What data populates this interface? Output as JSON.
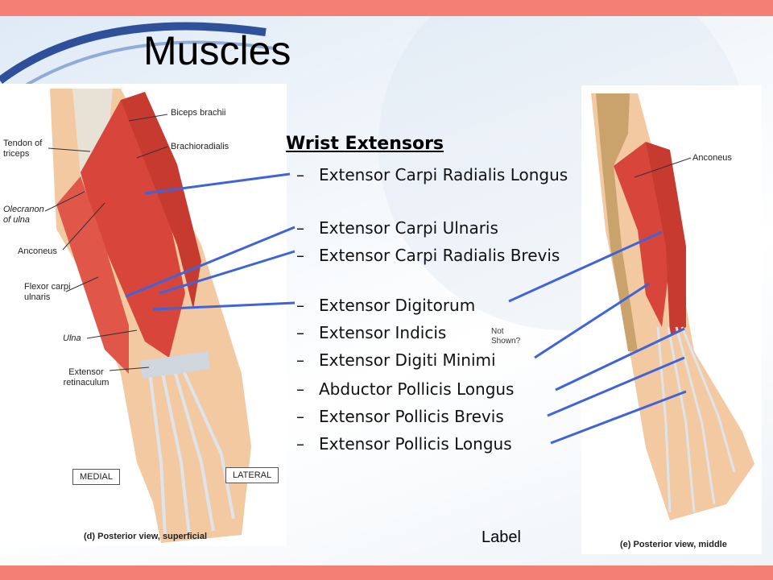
{
  "slide": {
    "title": "Muscles",
    "heading": "Wrist Extensors",
    "muscles": [
      {
        "dash": "–",
        "text": "Extensor Carpi Radialis Longus"
      },
      {
        "dash": "–",
        "text": "Extensor Carpi Ulnaris"
      },
      {
        "dash": "–",
        "text": "Extensor Carpi Radialis Brevis"
      },
      {
        "dash": "–",
        "text": "Extensor Digitorum"
      },
      {
        "dash": "–",
        "text": "Extensor Indicis"
      },
      {
        "dash": "–",
        "text": "Extensor Digiti Minimi"
      },
      {
        "dash": "–",
        "text": "Abductor Pollicis Longus"
      },
      {
        "dash": "–",
        "text": "Extensor Pollicis Brevis"
      },
      {
        "dash": "–",
        "text": "Extensor Pollicis Longus"
      }
    ],
    "note": "Not Shown?",
    "bottom_label": "Label"
  },
  "left_figure": {
    "labels": {
      "biceps": "Biceps brachii",
      "brachioradialis": "Brachioradialis",
      "tendon_triceps": "Tendon of triceps",
      "olecranon": "Olecranon of ulna",
      "anconeus": "Anconeus",
      "flexor_carpi_ulnaris": "Flexor carpi ulnaris",
      "ulna": "Ulna",
      "extensor_retinaculum": "Extensor retinaculum"
    },
    "medial": "MEDIAL",
    "lateral": "LATERAL",
    "caption": "(d) Posterior view, superficial"
  },
  "right_figure": {
    "labels": {
      "anconeus": "Anconeus"
    },
    "caption": "(e) Posterior view, middle"
  },
  "colors": {
    "accent_bar": "#f47f75",
    "leader_line": "#3f63d9",
    "muscle": "#d8453a",
    "tendon": "#e8e2d6",
    "bone": "#c9a36b",
    "skin": "#f2c9a0"
  }
}
